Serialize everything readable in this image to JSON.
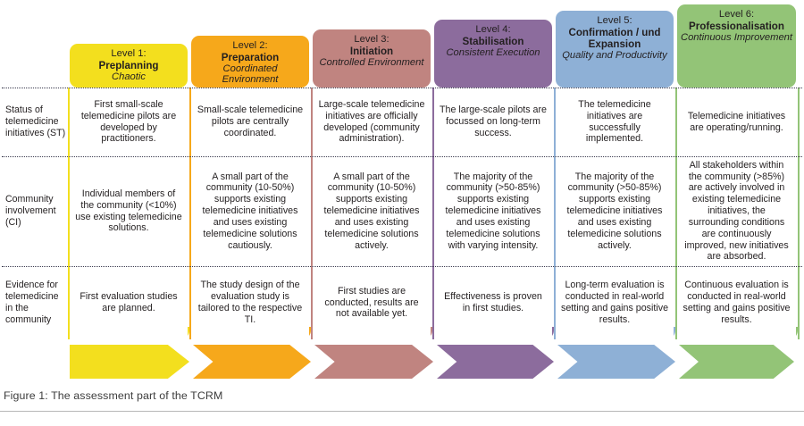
{
  "figure": {
    "caption": "Figure 1: The assessment part of the TCRM"
  },
  "colors": {
    "level1": "#F3DF1E",
    "level2": "#F6A81B",
    "level3": "#C08480",
    "level4": "#8C6C9D",
    "level5": "#8EB0D6",
    "level6": "#93C477",
    "text": "#231f20",
    "separator": "#3b3b4f",
    "caption_rule": "#b8b8b8"
  },
  "levels": [
    {
      "number": "Level 1:",
      "name": "Preplanning",
      "subtitle": "Chaotic",
      "color": "#F3DF1E"
    },
    {
      "number": "Level 2:",
      "name": "Preparation",
      "subtitle": "Coordinated Environment",
      "color": "#F6A81B"
    },
    {
      "number": "Level 3:",
      "name": "Initiation",
      "subtitle": "Controlled Environment",
      "color": "#C08480"
    },
    {
      "number": "Level 4:",
      "name": "Stabilisation",
      "subtitle": "Consistent Execution",
      "color": "#8C6C9D"
    },
    {
      "number": "Level 5:",
      "name": "Confirmation / und Expansion",
      "subtitle": "Quality and Productivity",
      "color": "#8EB0D6"
    },
    {
      "number": "Level 6:",
      "name": "Professionalisation",
      "subtitle": "Continuous Improvement",
      "color": "#93C477"
    }
  ],
  "rows": [
    {
      "label": "Status of telemedicine initiatives (ST)",
      "cells": [
        "First small-scale telemedicine pilots are developed by practitioners.",
        "Small-scale telemedicine pilots are centrally coordinated.",
        "Large-scale telemedicine initiatives are officially developed (community administration).",
        "The large-scale pilots are focussed on long-term success.",
        "The telemedicine initiatives are successfully implemented.",
        "Telemedicine initiatives are operating/running."
      ]
    },
    {
      "label": "Community involvement (CI)",
      "cells": [
        "Individual members of the community (<10%) use existing telemedicine solutions.",
        "A small part of the community (10-50%) supports existing telemedicine initiatives and uses existing telemedicine solutions cautiously.",
        "A small part of the community (10-50%) supports existing telemedicine initiatives and uses existing telemedicine solutions actively.",
        "The majority of the community (>50-85%) supports existing telemedicine initiatives and uses existing telemedicine solutions with varying intensity.",
        "The majority of the community (>50-85%) supports existing telemedicine initiatives and uses existing telemedicine solutions actively.",
        "All stakeholders within the community (>85%) are actively involved in existing telemedicine initiatives, the surrounding conditions are continuously improved, new initiatives are absorbed."
      ]
    },
    {
      "label": "Evidence for telemedicine in the community",
      "cells": [
        "First evaluation studies are planned.",
        "The study design of the evaluation study is tailored to the respective TI.",
        "First studies are conducted, results are not available yet.",
        "Effectiveness is proven in first studies.",
        "Long-term evaluation is conducted in real-world setting and gains positive results.",
        "Continuous evaluation is conducted in real-world setting and gains positive results."
      ]
    }
  ],
  "arrows": [
    {
      "color": "#F3DF1E"
    },
    {
      "color": "#F6A81B"
    },
    {
      "color": "#C08480"
    },
    {
      "color": "#8C6C9D"
    },
    {
      "color": "#8EB0D6"
    },
    {
      "color": "#93C477"
    }
  ]
}
